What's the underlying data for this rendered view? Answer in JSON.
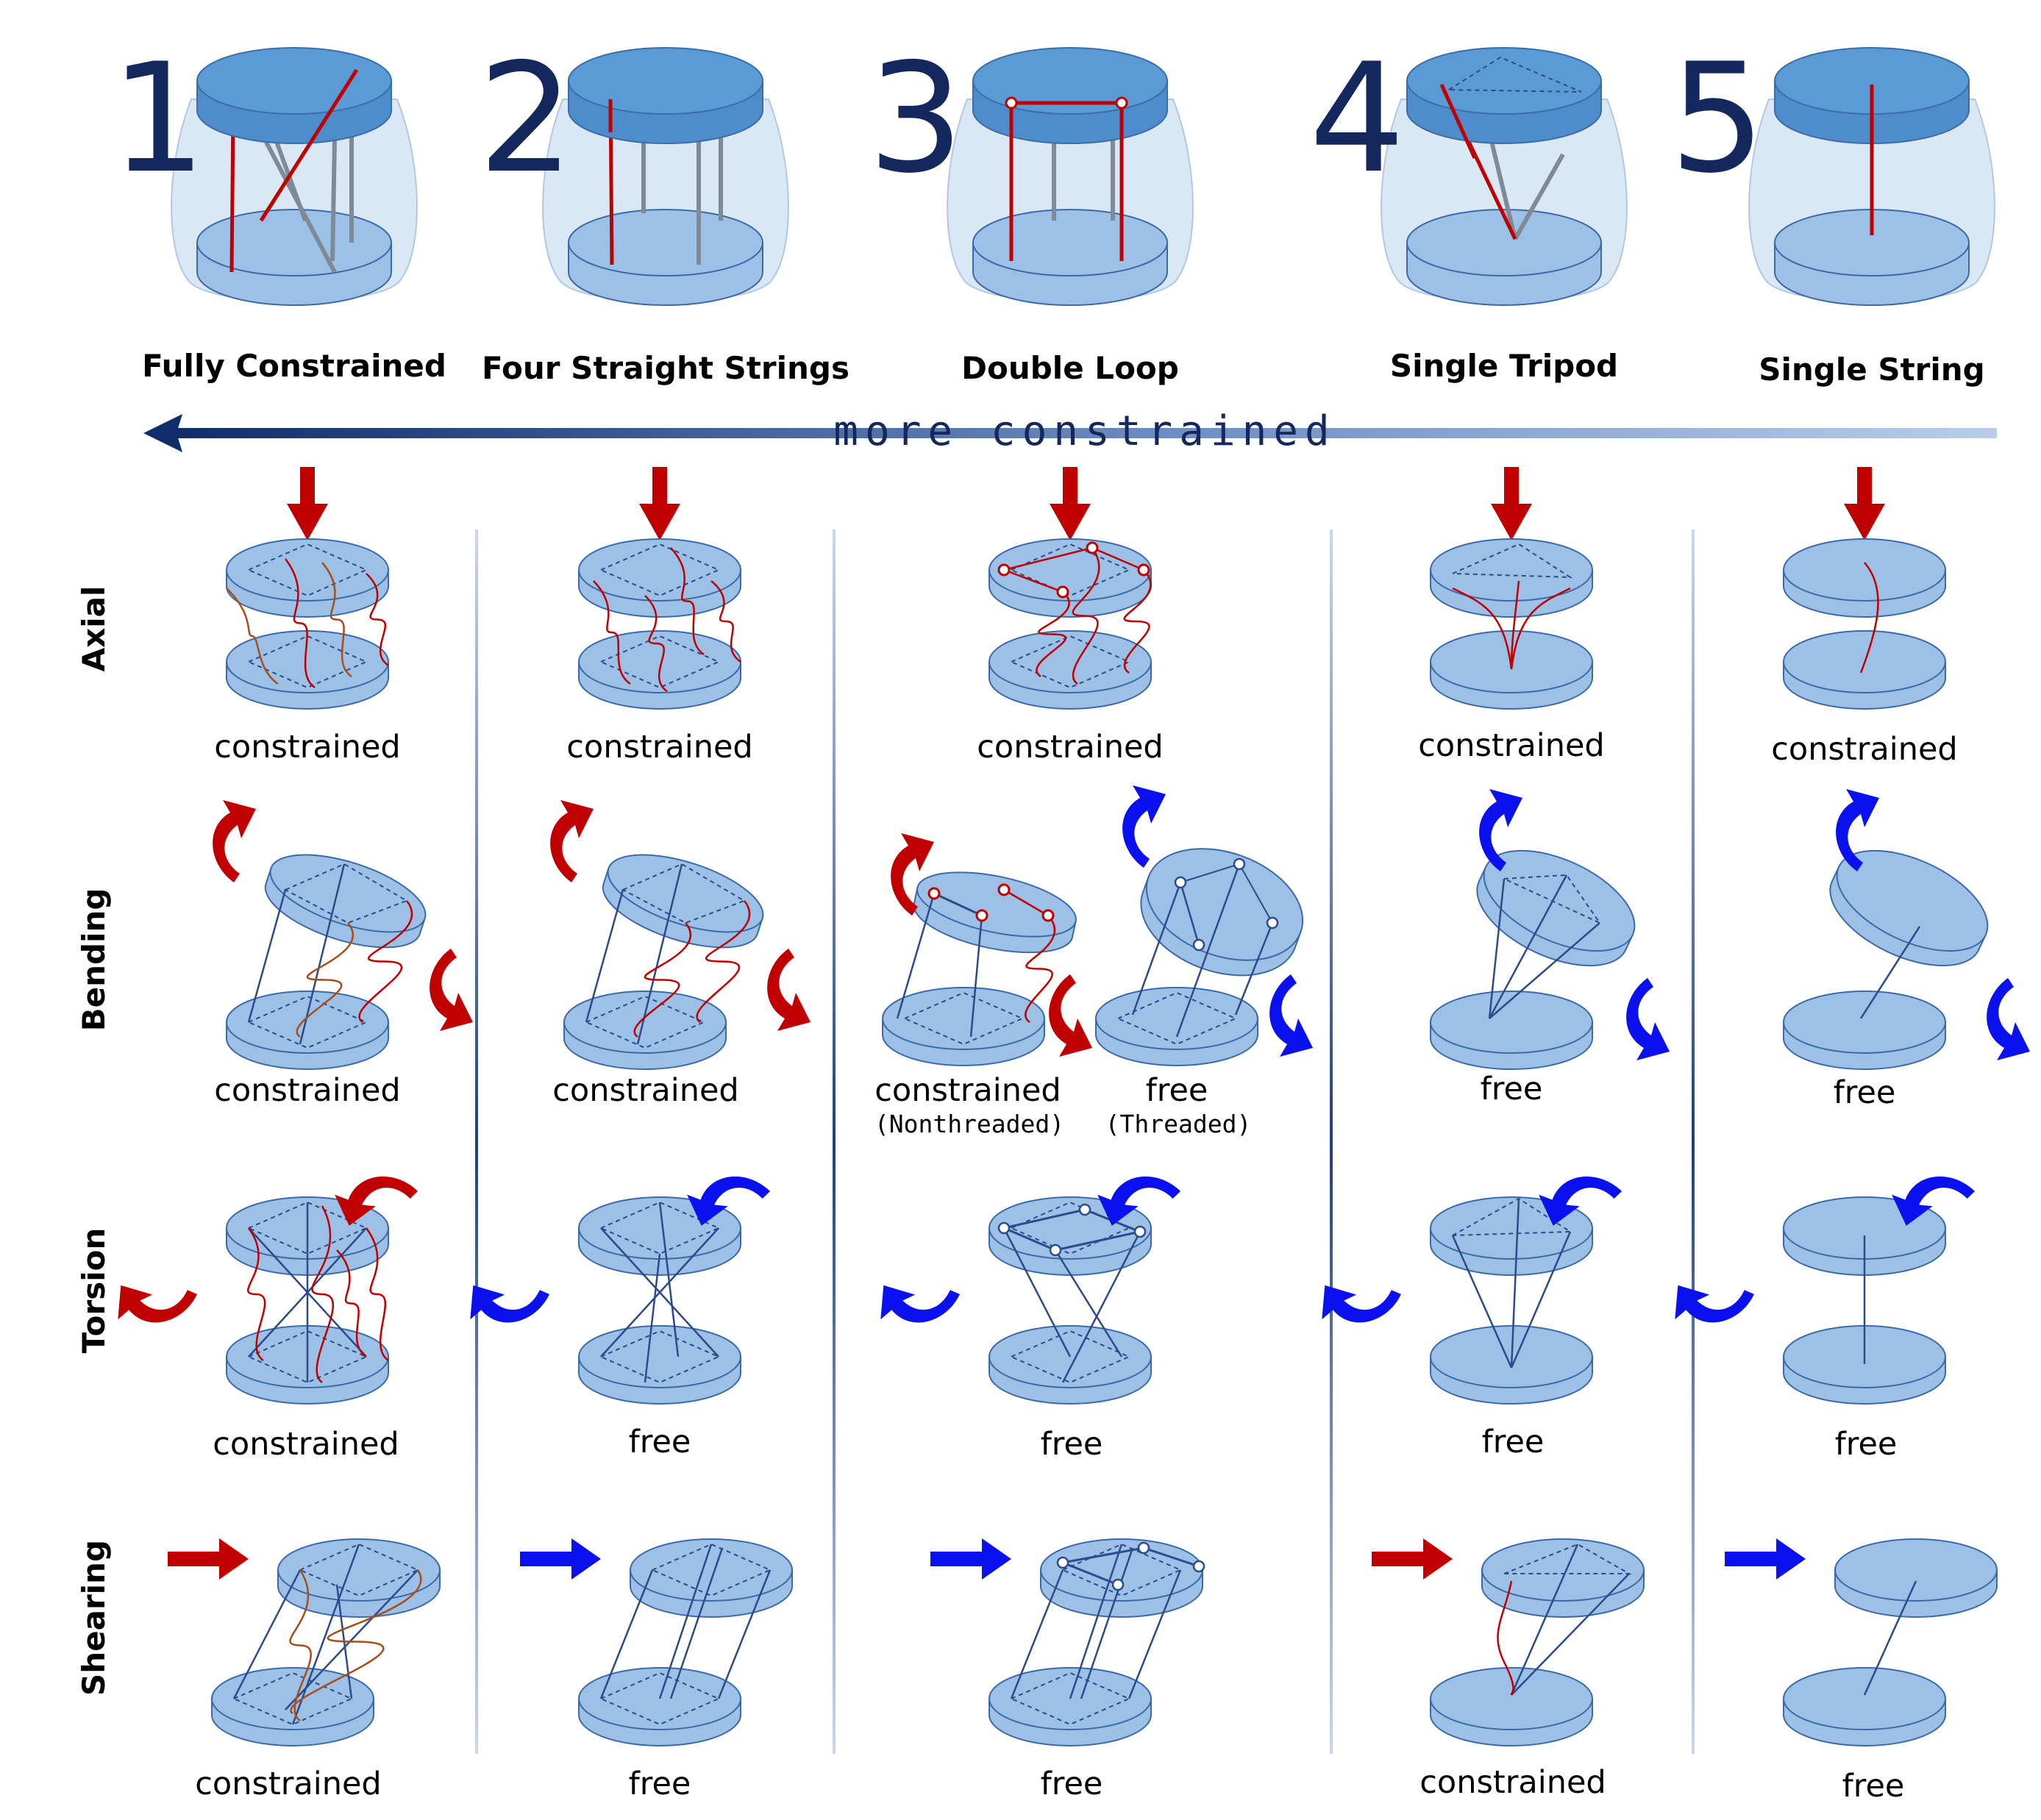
{
  "columns": [
    {
      "number": "1",
      "title": "Fully Constrained"
    },
    {
      "number": "2",
      "title": "Four Straight Strings"
    },
    {
      "number": "3",
      "title": "Double Loop"
    },
    {
      "number": "4",
      "title": "Single Tripod"
    },
    {
      "number": "5",
      "title": "Single String"
    }
  ],
  "arrow_label": "more constrained",
  "rows": [
    {
      "label": "Axial",
      "results": [
        "constrained",
        "constrained",
        "constrained",
        "constrained",
        "constrained"
      ]
    },
    {
      "label": "Bending",
      "results": [
        "constrained",
        "constrained",
        "constrained",
        "free",
        "free"
      ],
      "col3_split": {
        "left": "constrained",
        "left_sub": "(Nonthreaded)",
        "right": "free",
        "right_sub": "(Threaded)"
      }
    },
    {
      "label": "Torsion",
      "results": [
        "constrained",
        "free",
        "free",
        "free",
        "free"
      ]
    },
    {
      "label": "Shearing",
      "results": [
        "constrained",
        "free",
        "free",
        "constrained",
        "free"
      ]
    }
  ],
  "colors": {
    "constrained_arrow": "#c00000",
    "free_arrow": "#0a10ee",
    "string_red": "#c00000",
    "string_blue": "#2c4a8c",
    "disc_fill": "#9dc1e6",
    "disc_edge": "#3c6aa8",
    "jar_fill": "#d6e5f5",
    "lid_fill": "#5b9bd5",
    "number_color": "#15285e",
    "arrow_color": "#0f2d6a"
  },
  "icons": [
    "jar-icon",
    "disc-stack-icon",
    "down-arrow-icon",
    "curved-arrow-icon",
    "right-arrow-icon"
  ]
}
